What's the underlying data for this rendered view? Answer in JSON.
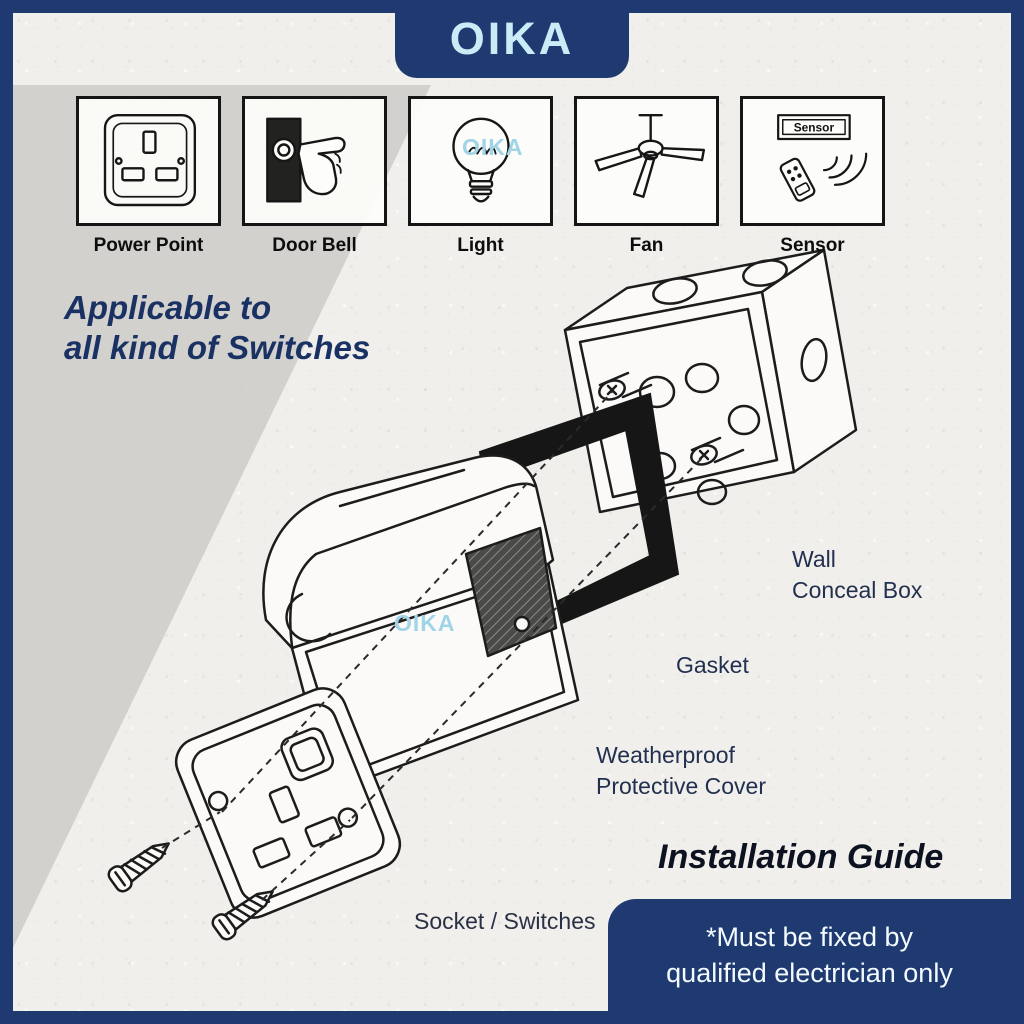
{
  "logo": {
    "text": "OIKA"
  },
  "watermarks": [
    "OIKA",
    "OIKA"
  ],
  "icon_row": [
    {
      "icon": "power-point-icon",
      "label": "Power Point"
    },
    {
      "icon": "door-bell-icon",
      "label": "Door Bell"
    },
    {
      "icon": "light-bulb-icon",
      "label": "Light"
    },
    {
      "icon": "ceiling-fan-icon",
      "label": "Fan"
    },
    {
      "icon": "sensor-icon",
      "label": "Sensor",
      "tag": "Sensor"
    }
  ],
  "headline": {
    "line1": "Applicable to",
    "line2": "all kind of Switches"
  },
  "diagram": {
    "labels": {
      "wall_line1": "Wall",
      "wall_line2": "Conceal Box",
      "gasket": "Gasket",
      "cover_line1": "Weatherproof",
      "cover_line2": "Protective Cover",
      "socket": "Socket / Switches"
    }
  },
  "guide_title": "Installation Guide",
  "footer": {
    "line1": "*Must be fixed by",
    "line2": "qualified electrician only"
  },
  "colors": {
    "navy": "#1e3a70",
    "cyan": "#c9ecf6",
    "watermark": "#a0d4e6",
    "grey_triangle": "#d8d7d3"
  }
}
